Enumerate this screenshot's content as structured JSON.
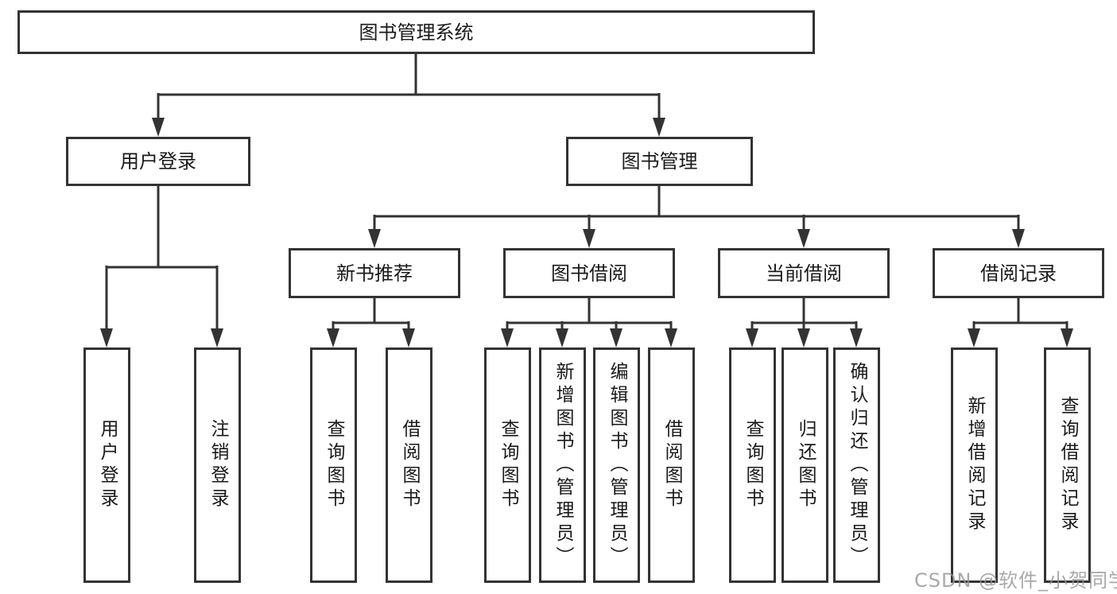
{
  "diagram": {
    "root": {
      "label": "图书管理系统"
    },
    "branches": [
      {
        "label": "用户登录",
        "children": [
          {
            "label": "用户登录"
          },
          {
            "label": "注销登录"
          }
        ]
      },
      {
        "label": "图书管理",
        "children": [
          {
            "label": "新书推荐",
            "children": [
              {
                "label": "查询图书"
              },
              {
                "label": "借阅图书"
              }
            ]
          },
          {
            "label": "图书借阅",
            "children": [
              {
                "label": "查询图书"
              },
              {
                "label": "新增图书（管理员）"
              },
              {
                "label": "编辑图书（管理员）"
              },
              {
                "label": "借阅图书"
              }
            ]
          },
          {
            "label": "当前借阅",
            "children": [
              {
                "label": "查询图书"
              },
              {
                "label": "归还图书"
              },
              {
                "label": "确认归还（管理员）"
              }
            ]
          },
          {
            "label": "借阅记录",
            "children": [
              {
                "label": "新增借阅记录"
              },
              {
                "label": "查询借阅记录"
              }
            ]
          }
        ]
      }
    ]
  },
  "watermark": {
    "text": "CSDN @软件_小贺同学"
  },
  "colors": {
    "line": "#333333",
    "border": "#333333",
    "text": "#1a1a1a",
    "background": "#ffffff",
    "watermark": "#949494"
  }
}
